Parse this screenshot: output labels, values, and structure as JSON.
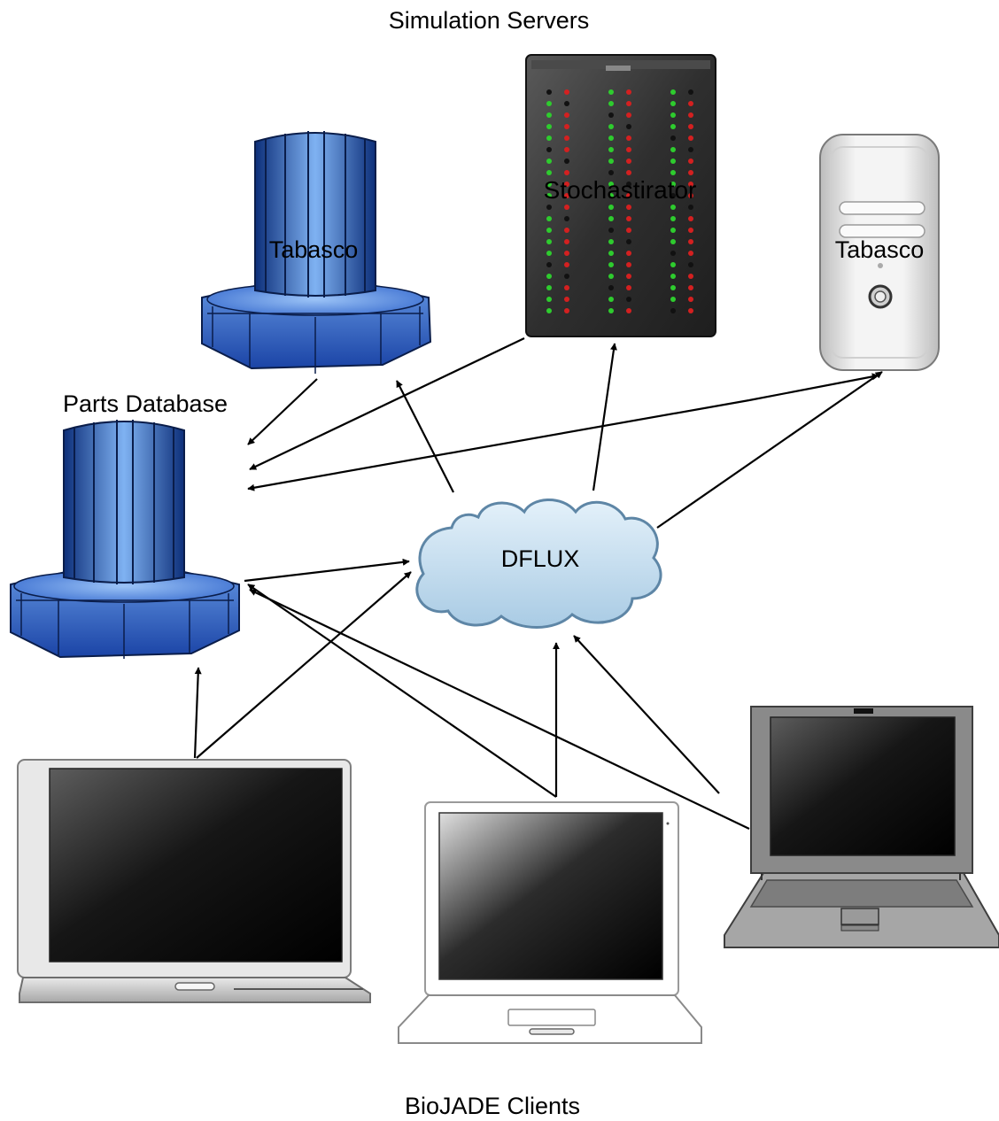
{
  "title_top": "Simulation Servers",
  "title_bottom": "BioJADE Clients",
  "nodes": {
    "tabasco_cray": "Tabasco",
    "stochastirator": "Stochastirator",
    "tabasco_mac": "Tabasco",
    "parts_database": "Parts Database",
    "dflux": "DFLUX"
  },
  "icons": {
    "tabasco_cray": "supercomputer-icon",
    "stochastirator": "server-rack-icon",
    "tabasco_mac": "desktop-tower-icon",
    "parts_database": "supercomputer-icon",
    "dflux": "cloud-icon",
    "client_left": "laptop-icon",
    "client_center": "laptop-icon",
    "client_right": "laptop-icon"
  },
  "colors": {
    "cray_blue": "#2e5fc4",
    "cray_light": "#8bb8f5",
    "rack_dark": "#3a3a3a",
    "led_green": "#2ecc2e",
    "led_red": "#d42020",
    "cloud_fill": "#c9e0f0",
    "cloud_stroke": "#5e86a6",
    "arrow": "#000000"
  }
}
